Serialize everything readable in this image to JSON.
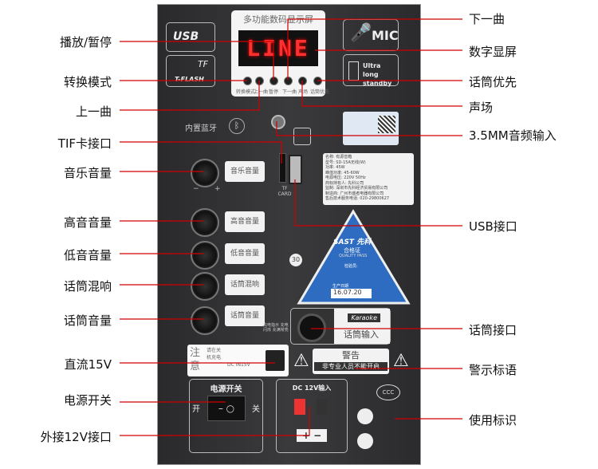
{
  "callouts_left": [
    "播放/暂停",
    "转换模式",
    "上一曲",
    "TIF卡接口",
    "音乐音量",
    "高音音量",
    "低音音量",
    "话筒混响",
    "话筒音量",
    "直流15V",
    "电源开关",
    "外接12V接口"
  ],
  "callouts_right": [
    "下一曲",
    "数字显屏",
    "话筒优先",
    "声场",
    "3.5MM音频输入",
    "USB接口",
    "话筒接口",
    "警示标语",
    "使用标识"
  ],
  "panel": {
    "display_title": "多功能数码显示屏",
    "display_text": "LINE",
    "usb_logo": "USB",
    "tf_logo": "T-FLASH",
    "tf_mark": "TF",
    "mic_label": "MIC",
    "standby_label": "Ultra long standby",
    "button_labels": [
      "转换模式",
      "上一曲",
      "暂停",
      "下一曲",
      "声场",
      "话筒优先"
    ],
    "bluetooth_label": "内置蓝牙",
    "tf_card_label": "TF CARD",
    "knob_labels": [
      "音乐音量",
      "高音音量",
      "低音音量",
      "话筒混响",
      "话筒音量"
    ],
    "minus": "−",
    "plus": "+",
    "badge": "30",
    "quality_brand": "SAST 先科",
    "quality_title": "合格证",
    "quality_sub": "QUALITY PASS",
    "inspector": "检验员:",
    "prod_date_label": "生产日期",
    "prod_date": "16.07.20",
    "spec_lines": [
      "名称: 有源音箱",
      "型号: SD-15A无线(W)",
      "功率: 45W",
      "峰值功率: 45-60W",
      "电源电压: 220V 50Hz",
      "商标持有人: 先科公司",
      "监制: 深圳市先科经济贸易有限公司",
      "制造商: 广州市盛者电器有限公司",
      "售后技术服务电话: 020-29800627"
    ],
    "karaoke": "Karaoke",
    "mic_input": "话筒输入",
    "charge_notes": "充电指示 充电闪烁 充满常亮",
    "notice": "注意",
    "notice_text": "请在关机充电",
    "dc_in": "DC IN15V",
    "warning_title": "警告",
    "warning_text": "非专业人员不能开启",
    "power_switch_title": "电源开关",
    "on": "开",
    "off": "关",
    "dc12_title": "DC 12V输入",
    "ccc": "CCC"
  },
  "colors": {
    "callout_line": "#d00000",
    "led": "#ff3030"
  }
}
